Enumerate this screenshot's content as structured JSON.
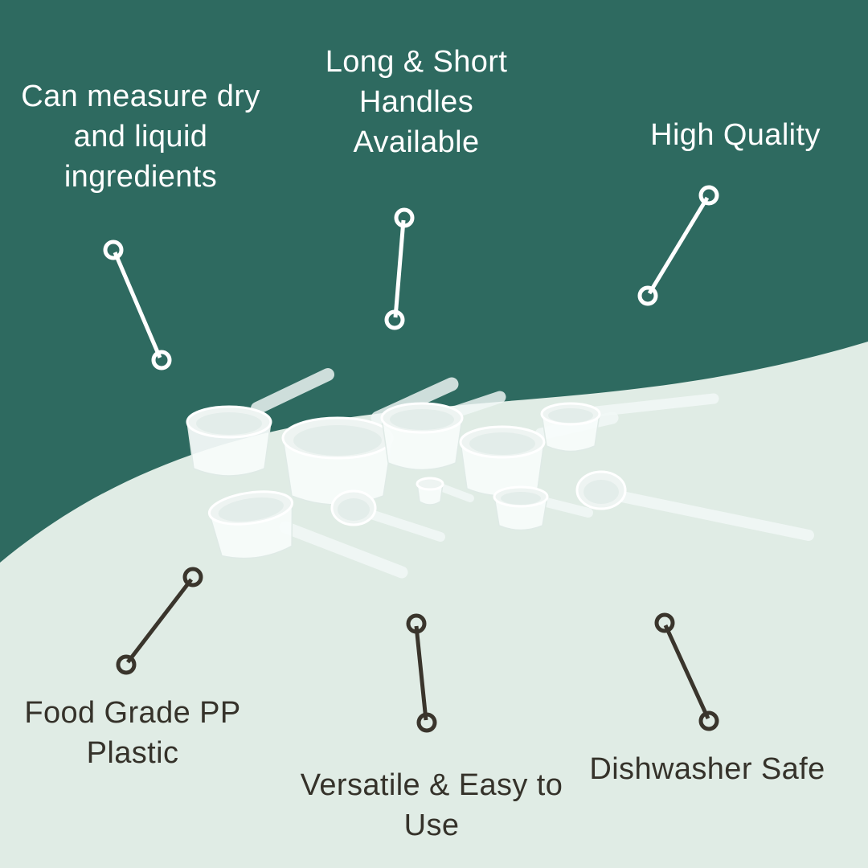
{
  "colors": {
    "bg-top": "#2e6a60",
    "bg-bottom": "#e0ece5",
    "text-light": "#ffffff",
    "text-dark": "#35322a",
    "callout-light": "#ffffff",
    "callout-dark": "#3a352c"
  },
  "labels": {
    "top_left": "Can measure dry\nand liquid\ningredients",
    "top_center": "Long & Short\nHandles\nAvailable",
    "top_right": "High Quality",
    "bottom_left": "Food Grade PP\nPlastic",
    "bottom_center": "Versatile & Easy to\nUse",
    "bottom_right": "Dishwasher Safe"
  },
  "product": {
    "name": "white plastic measuring scoops set"
  }
}
